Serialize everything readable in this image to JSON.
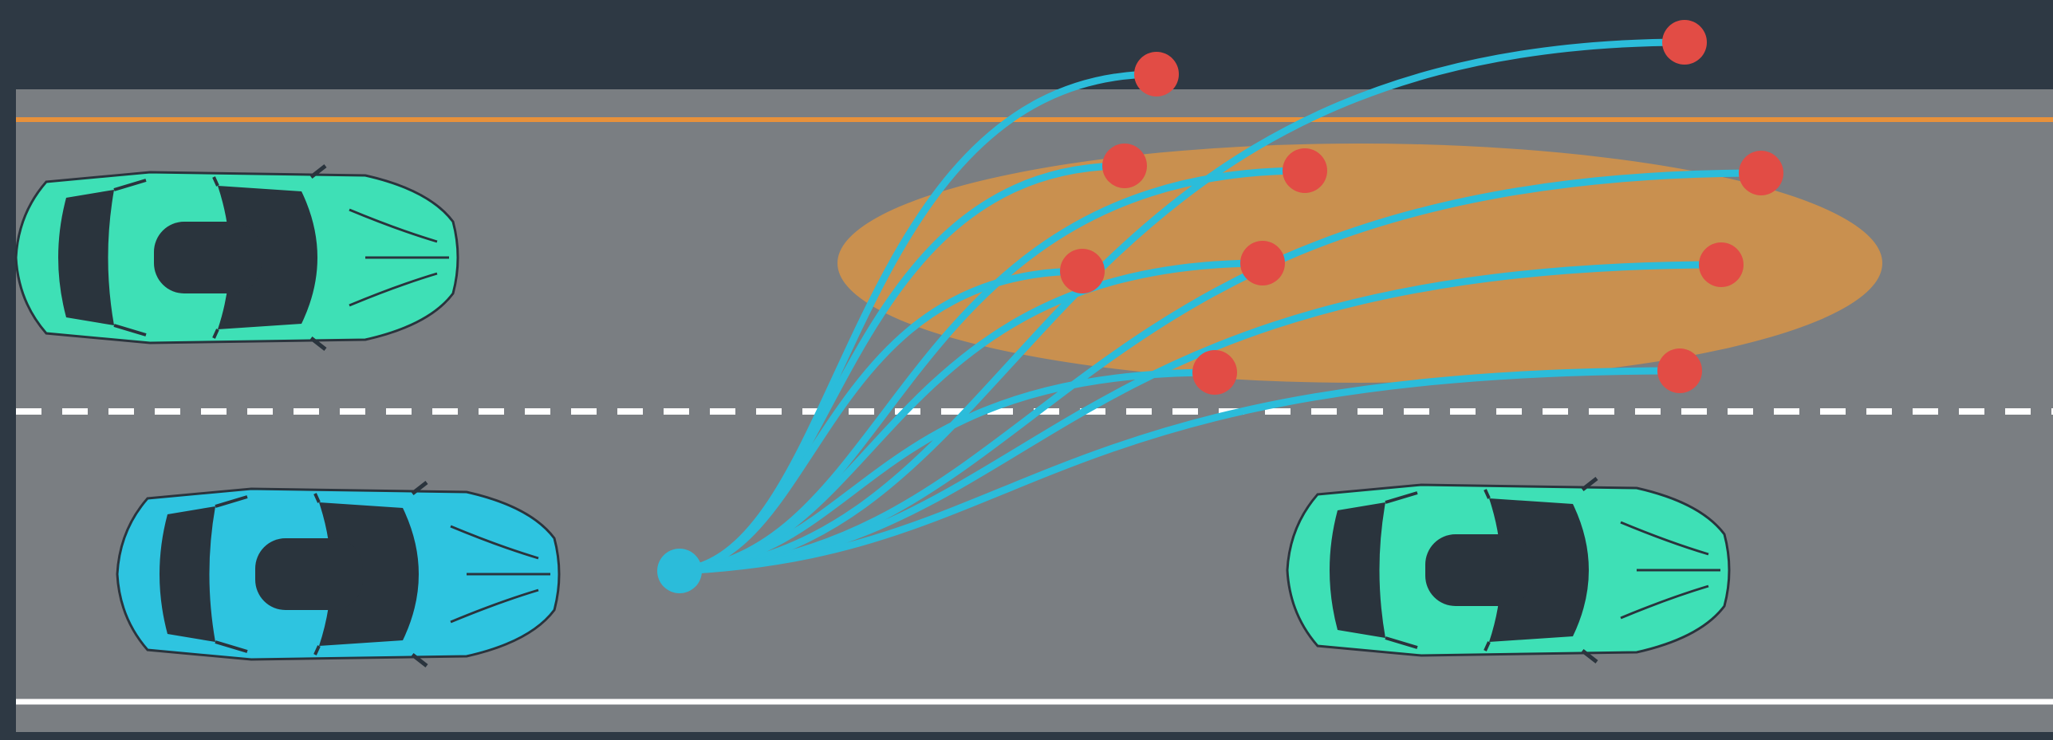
{
  "colors": {
    "background": "#2e3944",
    "road": "#7a7e82",
    "lane_edge": "#e8913a",
    "lane_divider": "#ffffff",
    "road_edge": "#ffffff",
    "zone": "#c9904f",
    "trajectory": "#2bbcda",
    "start_point": "#2bbcda",
    "goal_point": "#e24c45",
    "ego_car": "#2ec4e0",
    "other_car": "#3ee0b6",
    "car_dark": "#2a343d"
  },
  "cars": [
    {
      "role": "other",
      "icon": "car-icon"
    },
    {
      "role": "ego",
      "icon": "car-icon"
    },
    {
      "role": "other",
      "icon": "car-icon"
    }
  ],
  "goal_count": 10
}
